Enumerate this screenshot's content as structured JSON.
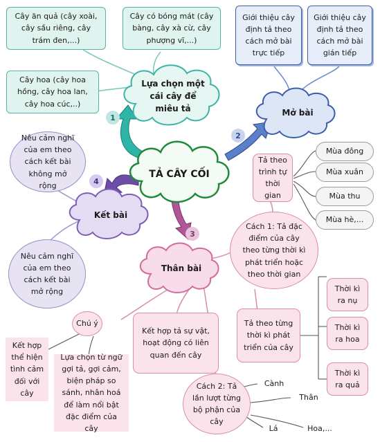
{
  "center": "TẢ CÂY CỐI",
  "steps": [
    "1",
    "2",
    "3",
    "4"
  ],
  "branches": {
    "choose": {
      "title": "Lựa chọn một cái cây để miêu tả",
      "items": [
        "Cây ăn quả (cây xoài, cây sầu riêng, cây trám đen,...)",
        "Cây có bóng mát (cây bàng, cây xà cừ, cây phượng vĩ,...)",
        "Cây hoa (cây hoa hồng, cây hoa lan, cây hoa cúc,..)"
      ]
    },
    "intro": {
      "title": "Mở bài",
      "items": [
        "Giới thiệu cây định tả theo cách mở bài trực tiếp",
        "Giới thiệu cây định tả theo cách mở bài gián tiếp"
      ]
    },
    "ending": {
      "title": "Kết bài",
      "items": [
        "Nêu cảm nghĩ của em theo cách kết bài không mở rộng",
        "Nêu cảm nghĩ của em theo cách kết bài mở rộng"
      ]
    },
    "body": {
      "title": "Thân bài",
      "method1": "Cách 1: Tả đặc điểm của cây theo từng thời kì phát triển hoặc theo thời gian",
      "seasons_label": "Tả theo trình tự thời gian",
      "seasons": [
        "Mùa đông",
        "Mùa xuân",
        "Mùa thu",
        "Mùa hè,..."
      ],
      "stages_label": "Tả theo từng thời kì phát triển của cây",
      "stages": [
        "Thời kì ra nụ",
        "Thời kì ra hoa",
        "Thời kì ra quả"
      ],
      "method2": "Cách 2: Tả lần lượt từng bộ phận của cây",
      "parts": [
        "Cành",
        "Thân",
        "Lá",
        "Hoa,..."
      ],
      "combine": "Kết hợp tả sự vật, hoạt động có liên quan đến cây",
      "note_title": "Chú ý",
      "notes": [
        "Kết hợp thể hiện tình cảm đối với cây",
        "Lựa chọn từ ngữ gợi tả, gợi cảm, biện pháp so sánh, nhân hoá để làm nổi bật đặc điểm của cây"
      ]
    }
  },
  "colors": {
    "center_cloud": "#1f8a3a",
    "choose_cloud": "#3db3a6",
    "intro_cloud": "#3a5ea8",
    "ending_cloud": "#7a5fb5",
    "body_cloud": "#d06b9a"
  }
}
